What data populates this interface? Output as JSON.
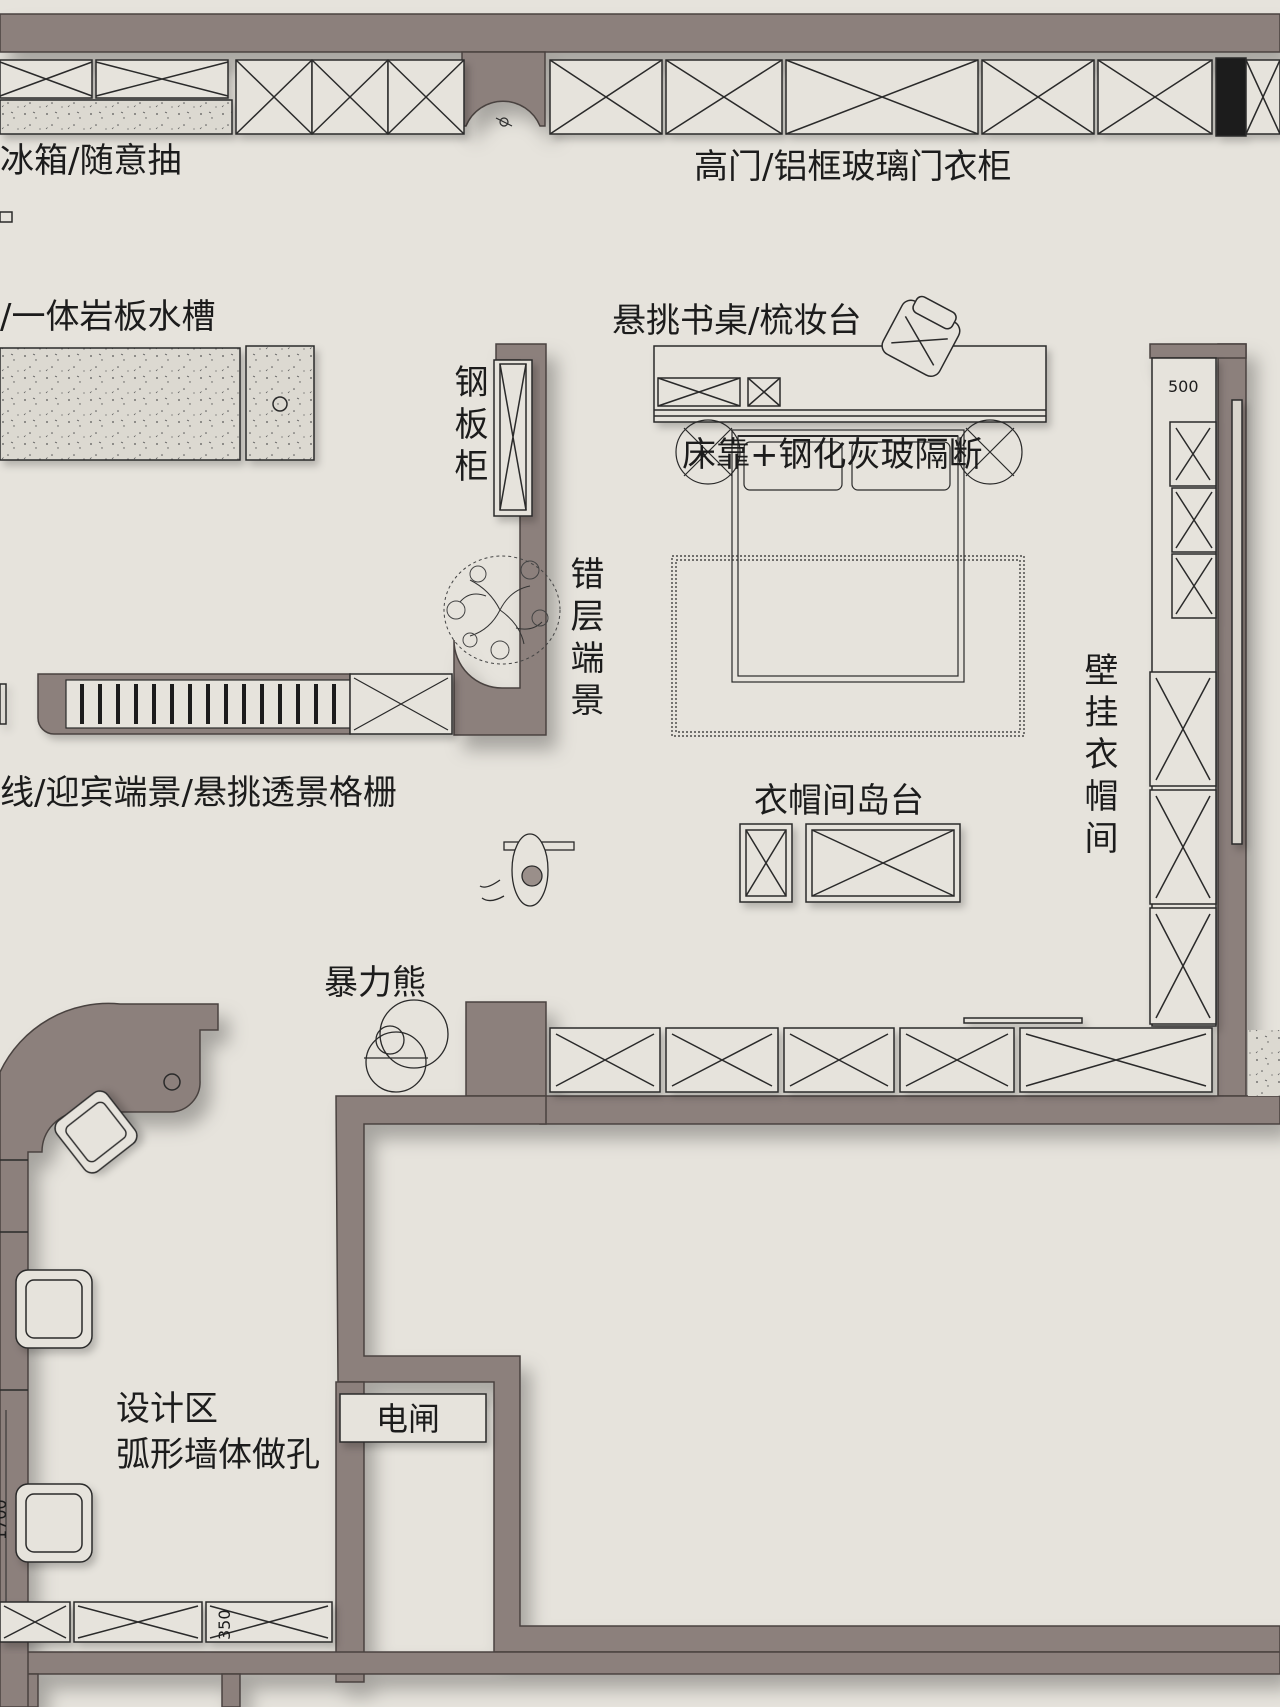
{
  "labels": {
    "fridge": "冰箱/随意抽",
    "wardrobe": "高门/铝框玻璃门衣柜",
    "sink": "/一体岩板水槽",
    "desk": "悬挑书桌/梳妆台",
    "steel_cabinet": "钢板柜",
    "headboard": "床靠+钢化灰玻隔断",
    "split_level": "错层端景",
    "wall_closet": "壁挂衣帽间",
    "dimension_500": "500",
    "entry_line": "线/迎宾端景/悬挑透景格栅",
    "island": "衣帽间岛台",
    "bear": "暴力熊",
    "design_area": "设计区",
    "arc_wall": "弧形墙体做孔",
    "electric_box": "电闸",
    "dimension_350": "350",
    "dimension_1700": "1700"
  },
  "colors": {
    "wall": "#8c807b",
    "wall_dark": "#6f6560",
    "floor": "#e6e3dc",
    "line": "#2a2a2a",
    "stone": "#dcd9d1"
  }
}
